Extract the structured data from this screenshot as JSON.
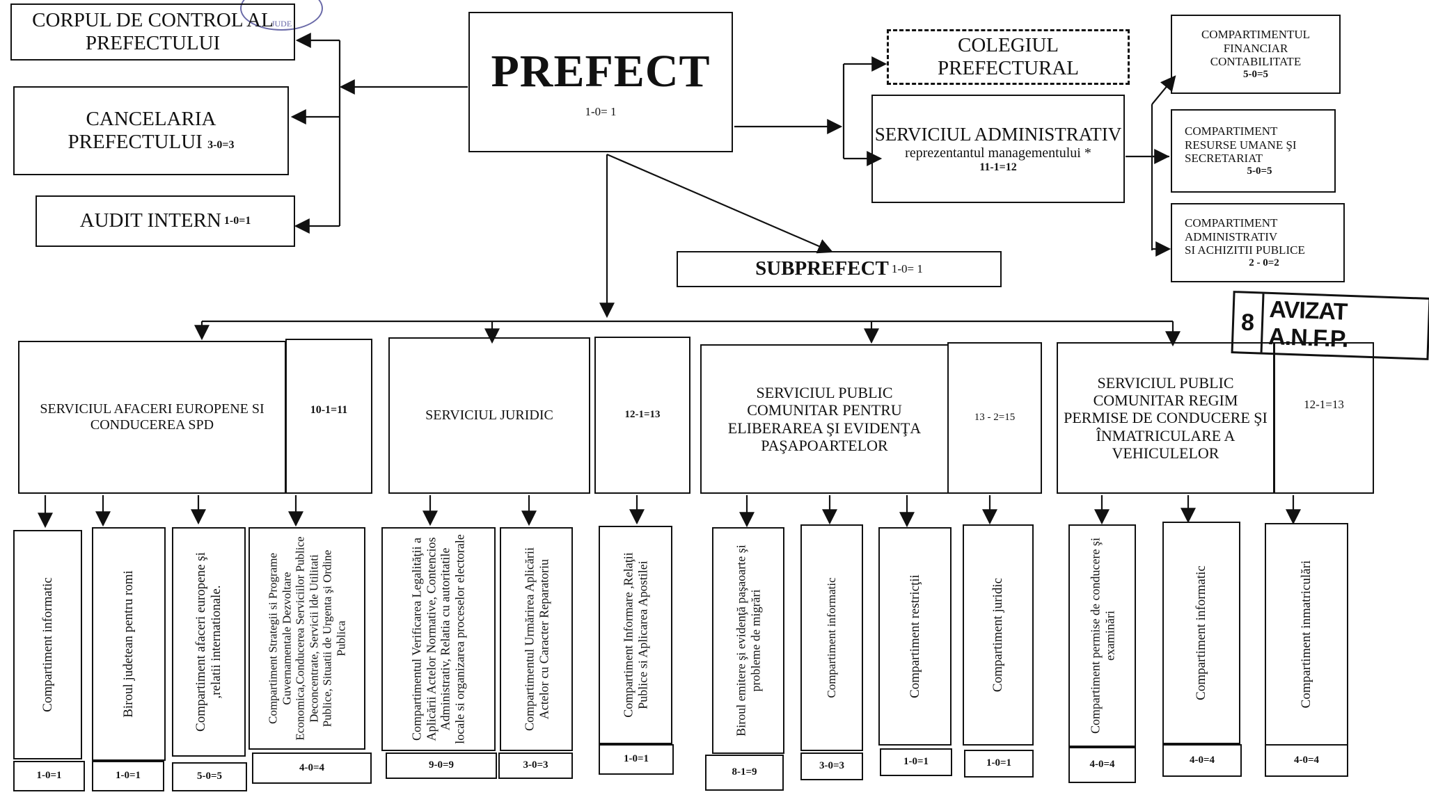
{
  "prefect": {
    "title": "PREFECT",
    "count": "1-0= 1"
  },
  "left": {
    "corpul": {
      "line1": "CORPUL DE CONTROL AL",
      "line2": "PREFECTULUI"
    },
    "cancelaria": {
      "line1": "CANCELARIA",
      "line2": "PREFECTULUI",
      "count": "3-0=3"
    },
    "audit": {
      "label": "AUDIT  INTERN",
      "count": "1-0=1"
    }
  },
  "seal": {
    "text": "JUDE"
  },
  "colegiul": {
    "line1": "COLEGIUL",
    "line2": "PREFECTURAL"
  },
  "serviciul_admin": {
    "line1": "SERVICIUL  ADMINISTRATIV",
    "line2": "reprezentantul managementului *",
    "count": "11-1=12"
  },
  "right": {
    "financiar": {
      "line1": "COMPARTIMENTUL",
      "line2": "FINANCIAR",
      "line3": "CONTABILITATE",
      "count": "5-0=5"
    },
    "resurse": {
      "line1": "COMPARTIMENT",
      "line2": "RESURSE UMANE  ŞI",
      "line3": "SECRETARIAT",
      "count": "5-0=5"
    },
    "achizitii": {
      "line1": "COMPARTIMENT",
      "line2": "ADMINISTRATIV",
      "line3": "SI ACHIZITII PUBLICE",
      "count": "2 - 0=2"
    }
  },
  "subprefect": {
    "title": "SUBPREFECT",
    "count": "1-0= 1"
  },
  "stamp": {
    "number": "8",
    "text": "AVIZAT A.N.F.P."
  },
  "services": [
    {
      "name": "SERVICIUL AFACERI EUROPENE SI CONDUCEREA SPD",
      "count": "10-1=11"
    },
    {
      "name": "SERVICIUL JURIDIC",
      "count": "12-1=13"
    },
    {
      "name": "SERVICIUL PUBLIC COMUNITAR PENTRU ELIBERAREA ŞI EVIDENŢA PAŞAPOARTELOR",
      "count": "13 - 2=15"
    },
    {
      "name": "SERVICIUL PUBLIC COMUNITAR REGIM PERMISE DE CONDUCERE ŞI ÎNMATRICULARE A VEHICULELOR",
      "count": "12-1=13"
    }
  ],
  "compartments": [
    {
      "label": "Compartiment informatic",
      "count": "1-0=1"
    },
    {
      "label": "Biroul judetean pentru romi",
      "count": "1-0=1"
    },
    {
      "label": "Compartiment  afaceri europene şi ,relatii internationale.",
      "count": "5-0=5"
    },
    {
      "label": "Compartiment  Strategii si Programe Guvernamentale Dezvoltare Economica,Conducerea Serviciilor Publice Deconcentrate, Servicii lde Utilitati Publice, Situatii de Urgenta şi Ordine Publica",
      "count": "4-0=4"
    },
    {
      "label": "Compartimentul Verificarea Legalităţii  a Aplicării Actelor Normative, Contencios Administrativ, Relatia cu autoritatile locale si organizarea proceselor electorale",
      "count": "9-0=9"
    },
    {
      "label": "Compartimentul Urmărirea Aplicării Actelor cu Caracter Reparatoriu",
      "count": "3-0=3"
    },
    {
      "label": "Compartiment  Informare ,Relaţii  Publice si Aplicarea Apostilei",
      "count": "1-0=1"
    },
    {
      "label": "Biroul emitere şi evidenţă paşaoarte şi probleme de migrări",
      "count": "8-1=9"
    },
    {
      "label": "Compartiment  informatic",
      "count": "3-0=3"
    },
    {
      "label": "Compartiment  restricţii",
      "count": "1-0=1"
    },
    {
      "label": "Compartiment juridic",
      "count": "1-0=1"
    },
    {
      "label": "Compartiment permise de conducere şi examinări",
      "count": "4-0=4"
    },
    {
      "label": "Compartiment informatic",
      "count": "4-0=4"
    },
    {
      "label": "Compartiment  inmatriculări",
      "count": "4-0=4"
    }
  ]
}
